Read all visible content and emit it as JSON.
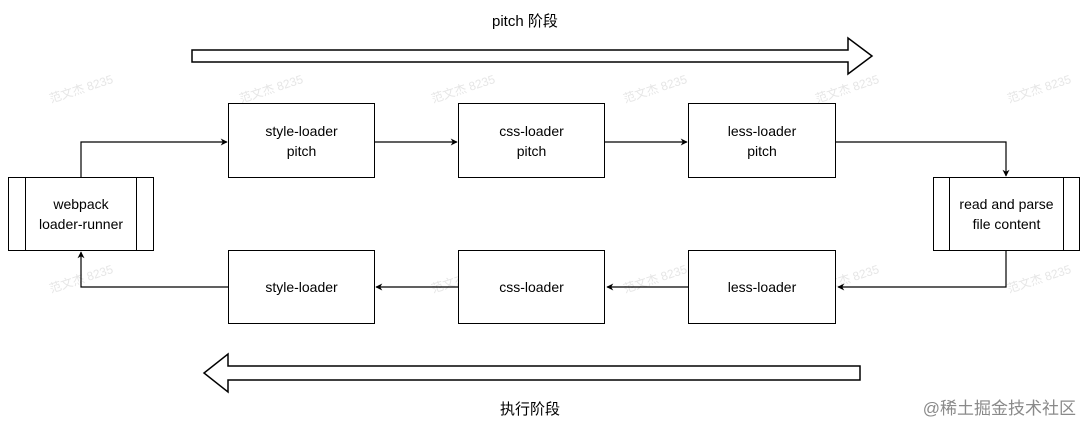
{
  "phases": {
    "pitch": "pitch 阶段",
    "exec": "执行阶段"
  },
  "nodes": {
    "runner": {
      "line1": "webpack",
      "line2": "loader-runner"
    },
    "read": {
      "line1": "read and parse",
      "line2": "file content"
    },
    "style_pitch": {
      "line1": "style-loader",
      "line2": "pitch"
    },
    "css_pitch": {
      "line1": "css-loader",
      "line2": "pitch"
    },
    "less_pitch": {
      "line1": "less-loader",
      "line2": "pitch"
    },
    "style": {
      "line1": "style-loader"
    },
    "css": {
      "line1": "css-loader"
    },
    "less": {
      "line1": "less-loader"
    }
  },
  "watermark": "范文杰 8235",
  "site_mark": "@稀土掘金技术社区",
  "colors": {
    "stroke": "#000000",
    "background": "#ffffff",
    "watermark": "#e6e6e6",
    "site_mark": "#8a8a8a"
  }
}
